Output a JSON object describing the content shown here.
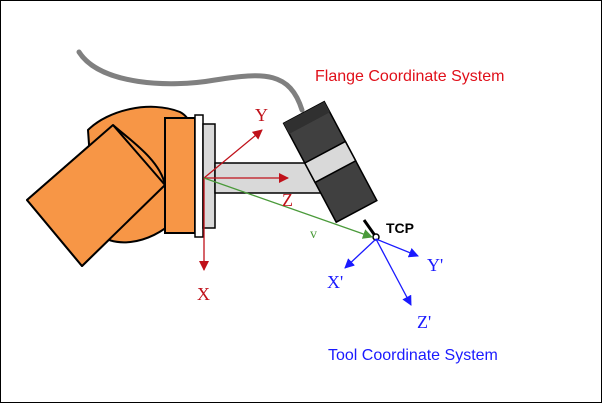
{
  "labels": {
    "flange_title": "Flange Coordinate System",
    "tool_title": "Tool Coordinate System",
    "tcp": "TCP",
    "flange_y": "Y",
    "flange_z": "Z",
    "flange_x": "X",
    "vector_v": "v",
    "tool_x": "X'",
    "tool_y": "Y'",
    "tool_z": "Z'"
  },
  "colors": {
    "flange_axes": "#c0111a",
    "tool_axes": "#1a1aff",
    "vector": "#4a9a3a",
    "robot": "#f79646",
    "tcp_label": "#000000"
  }
}
